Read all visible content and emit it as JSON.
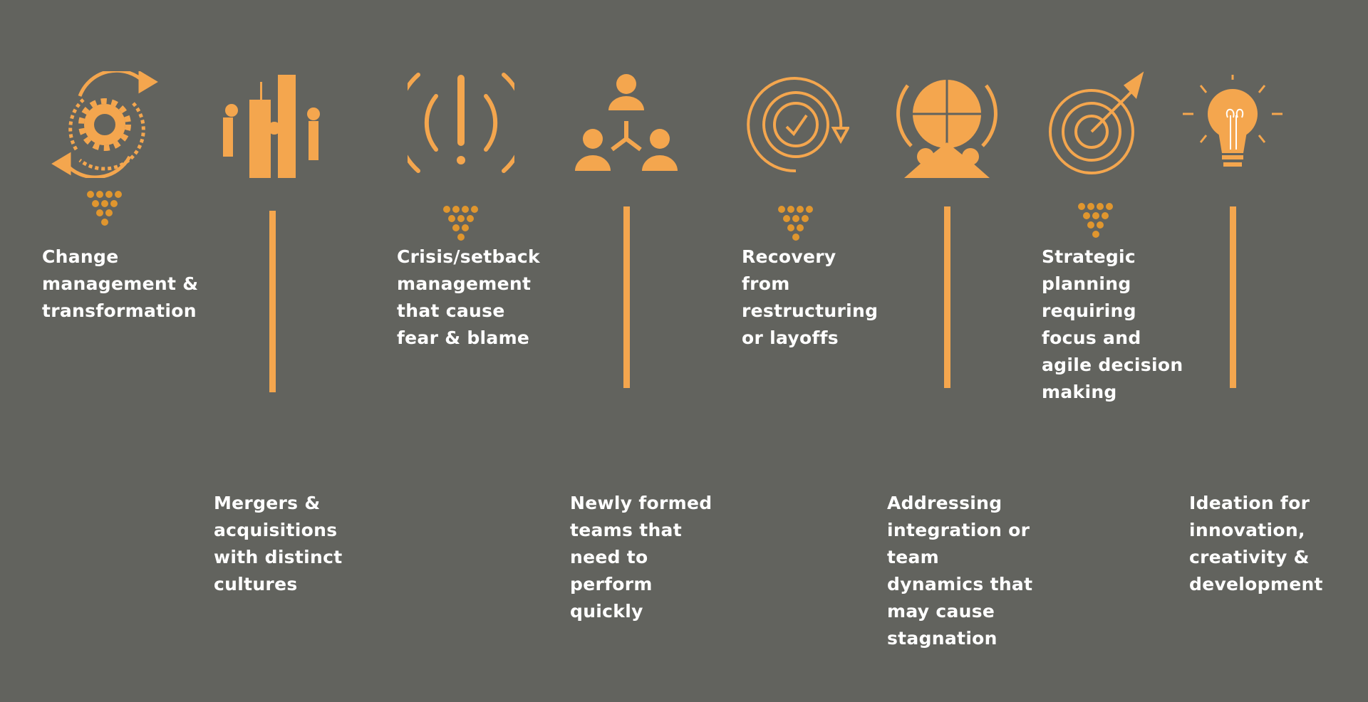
{
  "colors": {
    "background": "#62635e",
    "accent": "#f4a64e",
    "dots": "#e0962e",
    "text": "#ffffff"
  },
  "items": [
    {
      "label": "Change\nmanagement &\ntransformation",
      "icon": "gear-cycle-icon"
    },
    {
      "label": "Mergers &\nacquisitions\nwith distinct\ncultures",
      "icon": "puzzle-buildings-icon"
    },
    {
      "label": "Crisis/setback\nmanagement\nthat cause\nfear & blame",
      "icon": "alert-icon"
    },
    {
      "label": "Newly formed\nteams that\nneed to\nperform\nquickly",
      "icon": "team-icon"
    },
    {
      "label": "Recovery\nfrom\nrestructuring\nor layoffs",
      "icon": "recovery-check-icon"
    },
    {
      "label": "Addressing\nintegration or\nteam\ndynamics that\nmay cause\nstagnation",
      "icon": "puzzle-team-icon"
    },
    {
      "label": "Strategic\nplanning\nrequiring\nfocus and\nagile decision\nmaking",
      "icon": "target-icon"
    },
    {
      "label": "Ideation for\ninnovation,\ncreativity &\ndevelopment",
      "icon": "lightbulb-icon"
    }
  ]
}
